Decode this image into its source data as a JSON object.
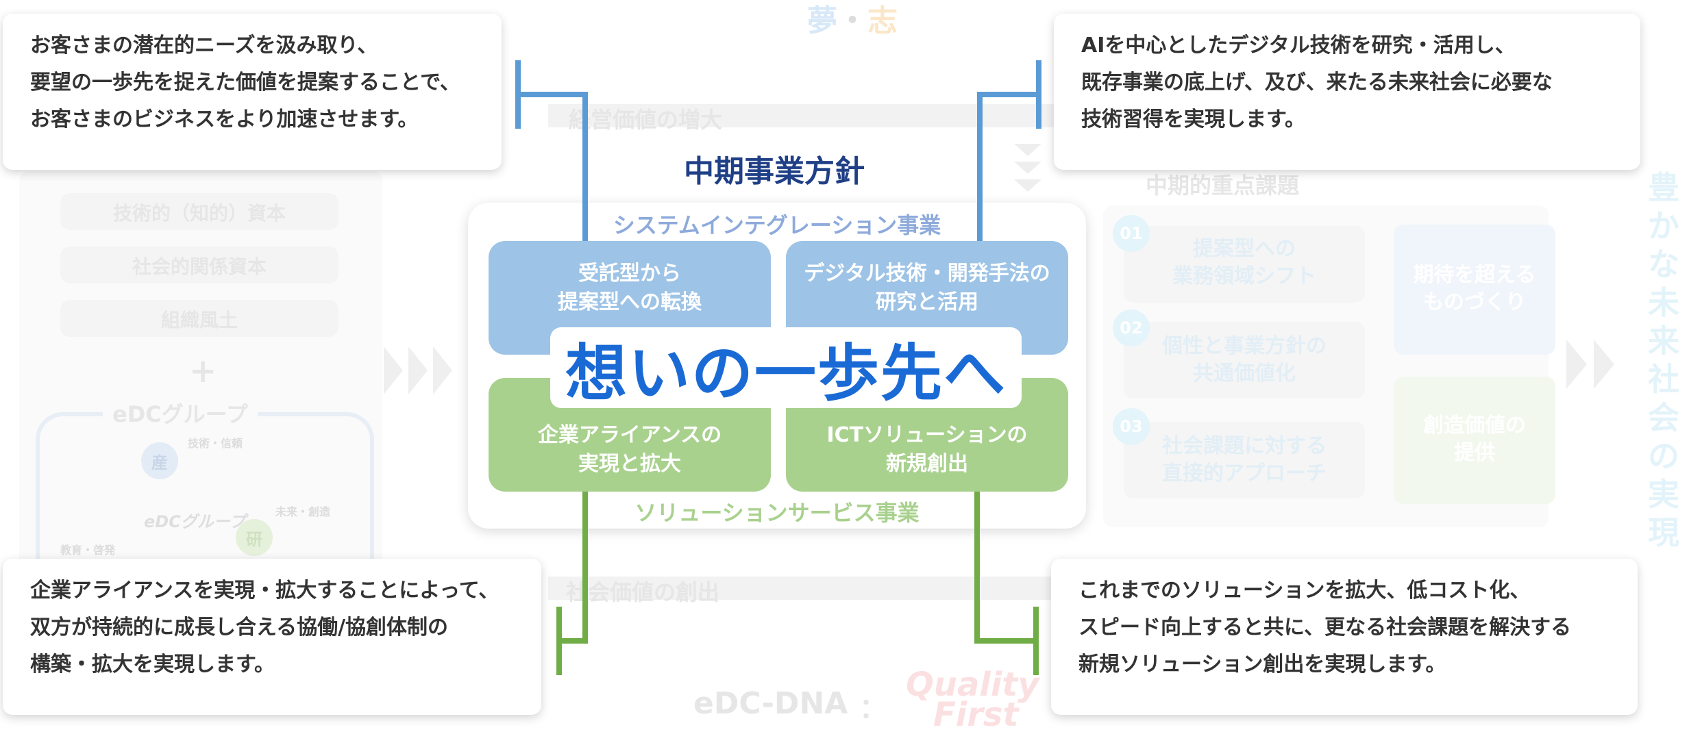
{
  "background": {
    "vision": {
      "part1": "夢",
      "dot": "・",
      "part2": "志"
    },
    "management_value": "経営価値の増大",
    "social_value": "社会価値の創出",
    "left_column": {
      "capitals": [
        "技術的（知的）資本",
        "社会的関係資本",
        "組織風土"
      ],
      "plus": "+",
      "group_title": "eDCグループ",
      "nodes": {
        "san": "産",
        "ken": "研"
      },
      "tags": {
        "tech_trust": "技術・信頼",
        "future_create": "未来・創造",
        "edu": "教育・啓発"
      },
      "logo": "eDCグループ"
    },
    "right_column": {
      "title": "中期的重点課題",
      "issues": [
        {
          "num": "01",
          "line1": "提案型への",
          "line2": "業務領域シフト"
        },
        {
          "num": "02",
          "line1": "個性と事業方針の",
          "line2": "共通価値化"
        },
        {
          "num": "03",
          "line1": "社会課題に対する",
          "line2": "直接的アプローチ"
        }
      ],
      "box1": {
        "line1": "期待を超える",
        "line2": "ものづくり"
      },
      "box2": {
        "line1": "創造価値の",
        "line2": "提供"
      }
    },
    "vertical_text": [
      "豊",
      "か",
      "な",
      "未",
      "来",
      "社",
      "会",
      "の",
      "実",
      "現"
    ],
    "dna_label": "eDC-DNA",
    "colon": "：",
    "quality_logo": {
      "line1": "Quality",
      "line2": "First"
    }
  },
  "center": {
    "title": "中期事業方針",
    "si_label": "システムインテグレーション事業",
    "solution_label": "ソリューションサービス事業",
    "catchphrase": "想いの一歩先へ",
    "quadrants": {
      "top_left": {
        "line1": "受託型から",
        "line2": "提案型への転換"
      },
      "top_right": {
        "line1": "デジタル技術・開発手法の",
        "line2": "研究と活用"
      },
      "bottom_left": {
        "line1": "企業アライアンスの",
        "line2": "実現と拡大"
      },
      "bottom_right": {
        "line1": "ICTソリューションの",
        "line2": "新規創出"
      }
    }
  },
  "callouts": {
    "top_left": [
      "お客さまの潜在的ニーズを汲み取り、",
      "要望の一歩先を捉えた価値を提案することで、",
      "お客さまのビジネスをより加速させます。"
    ],
    "top_right": [
      "AIを中心としたデジタル技術を研究・活用し、",
      "既存事業の底上げ、及び、来たる未来社会に必要な",
      "技術習得を実現します。"
    ],
    "bottom_left": [
      "企業アライアンスを実現・拡大することによって、",
      "双方が持続的に成長し合える協働/協創体制の",
      "構築・拡大を実現します。"
    ],
    "bottom_right": [
      "これまでのソリューションを拡大、低コスト化、",
      "スピード向上すると共に、更なる社会課題を解決する",
      "新規ソリューション創出を実現します。"
    ]
  },
  "colors": {
    "blue_connector": "#5b9bd5",
    "green_connector": "#70ad47",
    "title_navy": "#1f3f86",
    "catch_blue": "#1a6ad6"
  }
}
